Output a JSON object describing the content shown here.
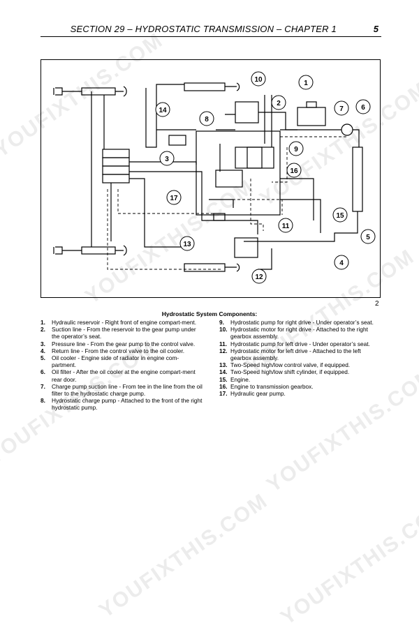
{
  "header": {
    "title": "SECTION 29 – HYDROSTATIC TRANSMISSION – CHAPTER 1",
    "page": "5"
  },
  "figure": {
    "number": "2",
    "callouts": [
      "1",
      "2",
      "3",
      "4",
      "5",
      "6",
      "7",
      "8",
      "9",
      "10",
      "11",
      "12",
      "13",
      "14",
      "15",
      "16",
      "17"
    ]
  },
  "components": {
    "title": "Hydrostatic System Components:",
    "left": [
      {
        "num": "1.",
        "text": "Hydraulic reservoir - Right front of engine compart-ment."
      },
      {
        "num": "2.",
        "text": "Suction line - From the reservoir to the gear pump under the operator’s seat."
      },
      {
        "num": "3.",
        "text": "Pressure line - From the gear pump to the control valve."
      },
      {
        "num": "4.",
        "text": "Return line - From the control valve to the oil cooler."
      },
      {
        "num": "5.",
        "text": "Oil cooler - Engine side of radiator in engine com-partment."
      },
      {
        "num": "6.",
        "text": "Oil filter - After the oil cooler at the engine compart-ment rear door."
      },
      {
        "num": "7.",
        "text": "Charge pump suction line - From tee in the line from the oil filter to the hydrostatic charge pump."
      },
      {
        "num": "8.",
        "text": "Hydrostatic charge pump - Attached to the front of the right hydrostatic pump."
      }
    ],
    "right": [
      {
        "num": "9.",
        "text": "Hydrostatic pump for right drive - Under operator’s seat."
      },
      {
        "num": "10.",
        "text": "Hydrostatic motor for right drive - Attached to the right gearbox assembly."
      },
      {
        "num": "11.",
        "text": "Hydrostatic pump for left drive - Under operator’s seat."
      },
      {
        "num": "12.",
        "text": "Hydrostatic motor for left drive - Attached to the left gearbox assembly."
      },
      {
        "num": "13.",
        "text": "Two-Speed high/low control valve, if equipped."
      },
      {
        "num": "14.",
        "text": "Two-Speed high/low shift cylinder, if equipped."
      },
      {
        "num": "15.",
        "text": "Engine."
      },
      {
        "num": "16.",
        "text": "Engine to transmission gearbox."
      },
      {
        "num": "17.",
        "text": "Hydraulic gear pump."
      }
    ]
  },
  "watermark": "YOUFIXTHIS.COM"
}
